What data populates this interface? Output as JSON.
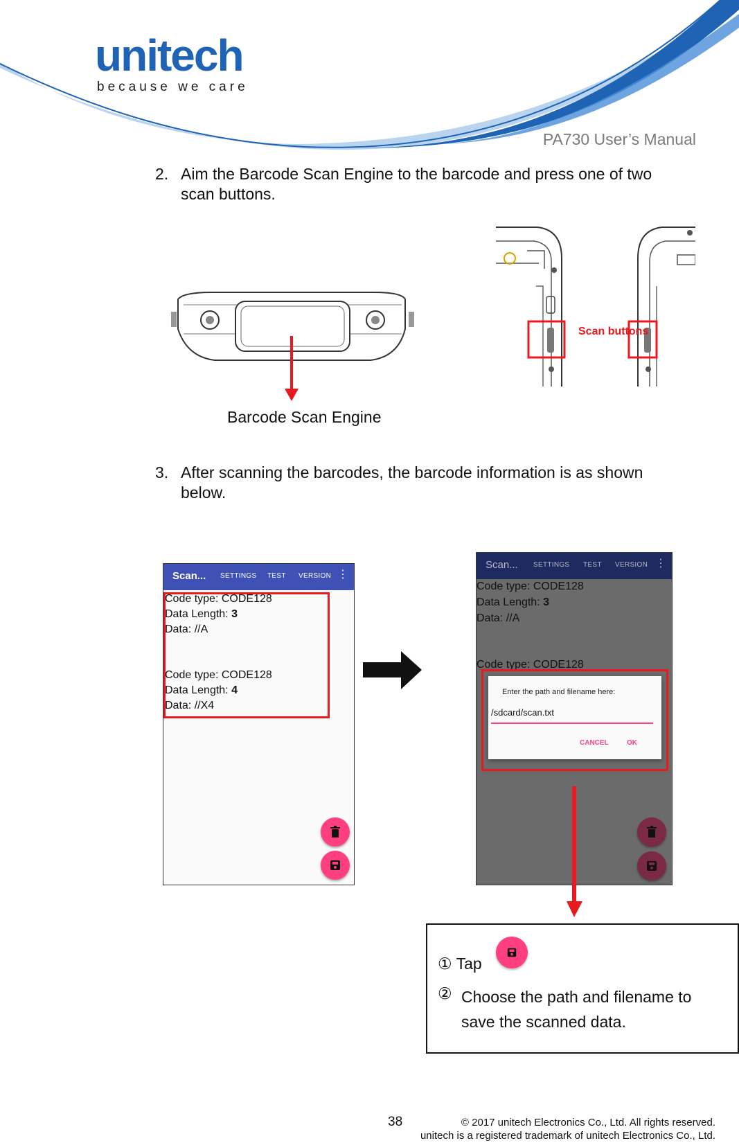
{
  "header": {
    "logo_word": "unitech",
    "logo_tagline": "because we care",
    "manual_title": "PA730 User’s Manual"
  },
  "steps": [
    {
      "number": "2.",
      "text": "Aim the Barcode Scan Engine to the barcode and press one of two scan buttons."
    },
    {
      "number": "3.",
      "text": "After scanning the barcodes, the barcode information is as shown below."
    }
  ],
  "figure1": {
    "engine_caption": "Barcode Scan Engine",
    "scan_buttons_label": "Scan buttons"
  },
  "app": {
    "title": "Scan...",
    "menu": [
      "SETTINGS",
      "TEST",
      "VERSION"
    ],
    "menu_more": "⋮",
    "results": [
      {
        "code_type_label": "Code type:",
        "code_type": "CODE128",
        "length_label": "Data Length:",
        "length": "3",
        "data_label": "Data:",
        "data": "//A"
      },
      {
        "code_type_label": "Code type:",
        "code_type": "CODE128",
        "length_label": "Data Length:",
        "length": "4",
        "data_label": "Data:",
        "data": "//X4"
      }
    ],
    "dialog": {
      "prompt": "Enter the path and filename here:",
      "value": "/sdcard/scan.txt",
      "cancel": "CANCEL",
      "ok": "OK"
    },
    "colors": {
      "appbar": "#3f51b5",
      "fab": "#ff3f80",
      "highlight": "#e8191f"
    }
  },
  "note": {
    "item1_marker": "①",
    "item1": "Tap",
    "item2_marker": "②",
    "item2": "Choose the path and filename to save the scanned data."
  },
  "footer": {
    "page_number": "38",
    "copyright": "© 2017 unitech Electronics Co., Ltd. All rights reserved.",
    "trademark": "unitech is a registered trademark of unitech Electronics Co., Ltd."
  }
}
